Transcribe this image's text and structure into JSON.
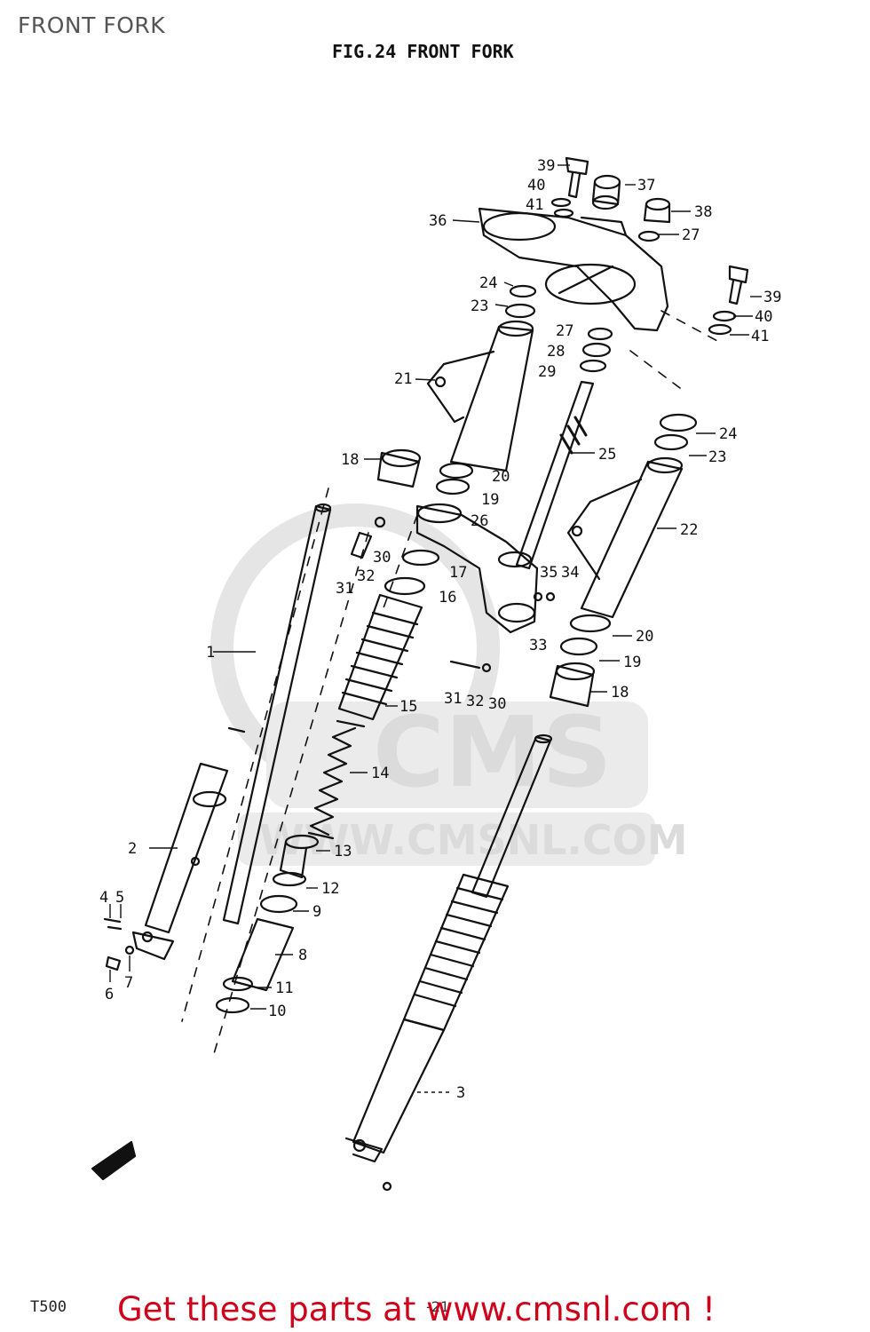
{
  "page": {
    "title": "FRONT FORK"
  },
  "figure": {
    "title": "FIG.24  FRONT FORK",
    "model": "T500",
    "page_number": "-21"
  },
  "watermark": {
    "brand": "CMS",
    "url": "WWW.CMSNL.COM"
  },
  "footer": {
    "text": "Get these parts at www.cmsnl.com !",
    "color": "#d0021b"
  },
  "callouts": [
    "39",
    "40",
    "41",
    "37",
    "38",
    "27",
    "36",
    "39",
    "40",
    "41",
    "24",
    "23",
    "27",
    "28",
    "29",
    "21",
    "24",
    "23",
    "25",
    "18",
    "20",
    "19",
    "26",
    "22",
    "30",
    "32",
    "31",
    "17",
    "35",
    "34",
    "16",
    "33",
    "20",
    "19",
    "1",
    "15",
    "31",
    "32",
    "30",
    "18",
    "14",
    "2",
    "13",
    "12",
    "4",
    "5",
    "9",
    "8",
    "6",
    "7",
    "11",
    "10",
    "3"
  ]
}
